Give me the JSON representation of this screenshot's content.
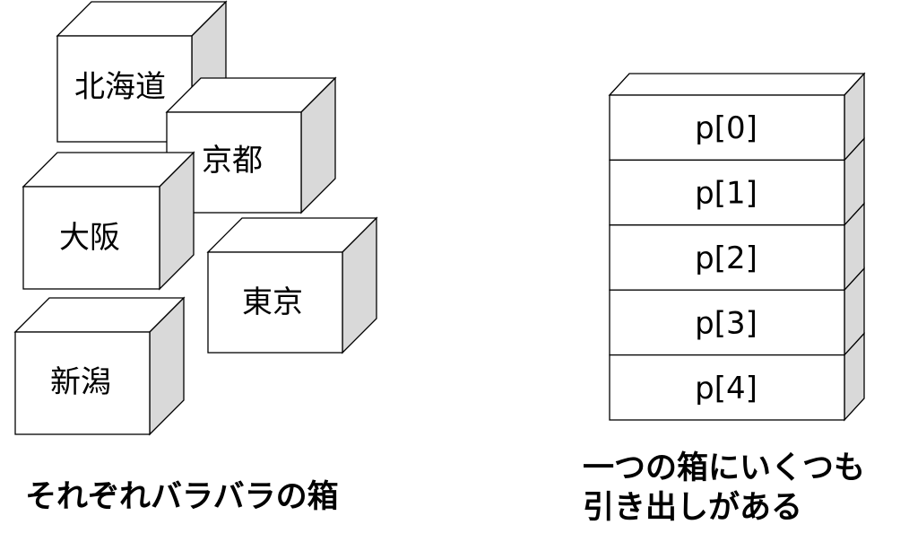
{
  "left_boxes": [
    {
      "label": "北海道"
    },
    {
      "label": "京都"
    },
    {
      "label": "大阪"
    },
    {
      "label": "東京"
    },
    {
      "label": "新潟"
    }
  ],
  "drawers": [
    "p[0]",
    "p[1]",
    "p[2]",
    "p[3]",
    "p[4]"
  ],
  "captions": {
    "left": "それぞれバラバラの箱",
    "right_line1": "一つの箱にいくつも",
    "right_line2": "引き出しがある"
  },
  "colors": {
    "front": "#ffffff",
    "top": "#ffffff",
    "side": "#d9d9d9",
    "stroke": "#000000"
  }
}
